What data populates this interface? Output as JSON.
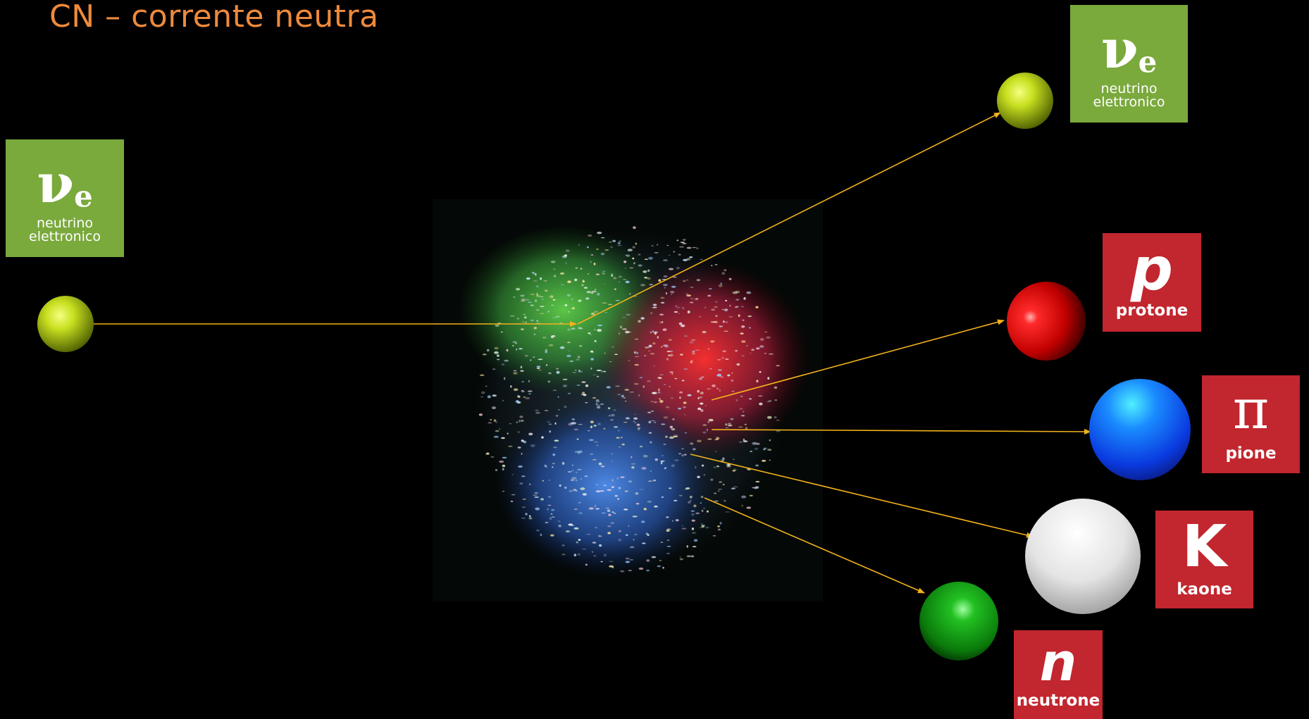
{
  "title": "CN – corrente neutra",
  "incoming": {
    "symbol": "ν",
    "subscript": "e",
    "label_line1": "neutrino",
    "label_line2": "elettronico",
    "color": "#c8e020"
  },
  "outgoing": [
    {
      "key": "neutrino",
      "symbol": "ν",
      "subscript": "e",
      "label_line1": "neutrino",
      "label_line2": "elettronico",
      "card_color": "#7aa93c",
      "sphere_color": "#c8e020"
    },
    {
      "key": "protone",
      "symbol": "p",
      "label_line1": "protone",
      "card_color": "#c2262e",
      "sphere_color": "#e01010"
    },
    {
      "key": "pione",
      "symbol": "π",
      "label_line1": "pione",
      "card_color": "#c2262e",
      "sphere_color": "#1a6cf0"
    },
    {
      "key": "kaone",
      "symbol": "K",
      "label_line1": "kaone",
      "card_color": "#c2262e",
      "sphere_color": "#e8e8e8"
    },
    {
      "key": "neutrone",
      "symbol": "n",
      "label_line1": "neutrone",
      "card_color": "#c2262e",
      "sphere_color": "#1aa01a"
    }
  ],
  "arrow_color": "#f2b21a",
  "nucleon_colors": [
    "#3fbf4a",
    "#e83030",
    "#3a70e0"
  ]
}
